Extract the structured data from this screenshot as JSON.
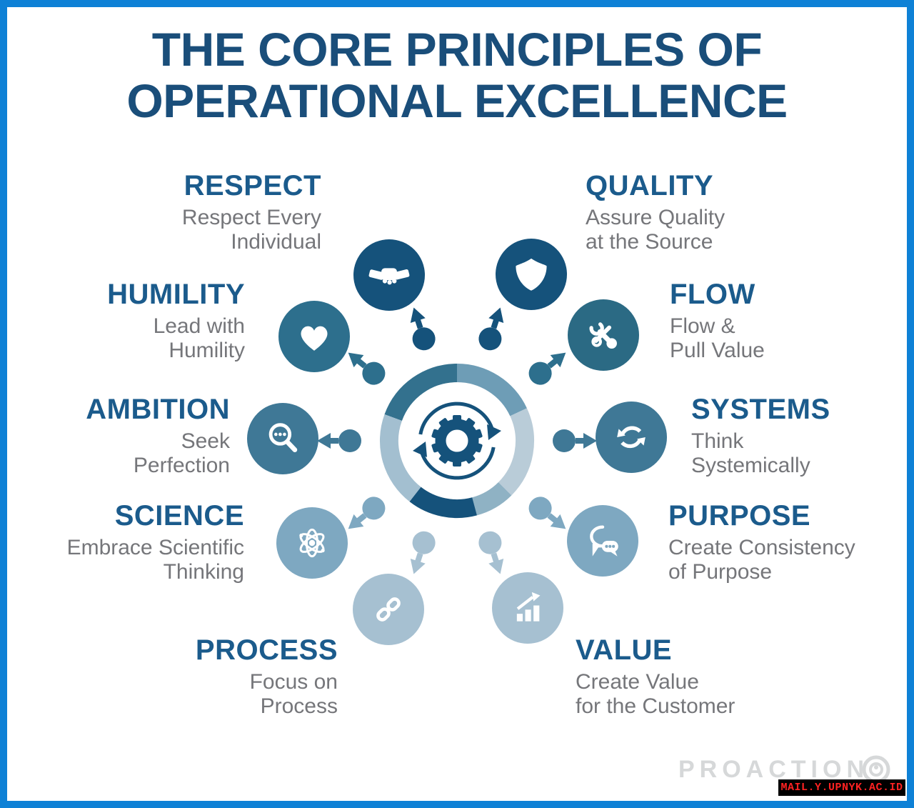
{
  "title": {
    "line1": "THE CORE PRINCIPLES OF",
    "line2": "OPERATIONAL EXCELLENCE"
  },
  "principles": [
    {
      "label": "RESPECT",
      "description": "Respect Every\nIndividual",
      "icon": "handshake-icon",
      "color": "#15527b"
    },
    {
      "label": "QUALITY",
      "description": "Assure Quality\nat the Source",
      "icon": "shield-icon",
      "color": "#15527b"
    },
    {
      "label": "HUMILITY",
      "description": "Lead with\nHumility",
      "icon": "heart-icon",
      "color": "#2d6f8d"
    },
    {
      "label": "FLOW",
      "description": "Flow &\nPull Value",
      "icon": "tools-icon",
      "color": "#2b6a84"
    },
    {
      "label": "AMBITION",
      "description": "Seek\nPerfection",
      "icon": "magnifier-icon",
      "color": "#3f7896"
    },
    {
      "label": "SYSTEMS",
      "description": "Think\nSystemically",
      "icon": "cycle-arrows-icon",
      "color": "#3f7896"
    },
    {
      "label": "SCIENCE",
      "description": "Embrace Scientific\nThinking",
      "icon": "atom-icon",
      "color": "#7ea8c1"
    },
    {
      "label": "PURPOSE",
      "description": "Create Consistency\nof Purpose",
      "icon": "chat-bubbles-icon",
      "color": "#7ea8c1"
    },
    {
      "label": "PROCESS",
      "description": "Focus on\nProcess",
      "icon": "chain-link-icon",
      "color": "#a6c0d1"
    },
    {
      "label": "VALUE",
      "description": "Create Value\nfor the Customer",
      "icon": "bar-chart-icon",
      "color": "#a6c0d1"
    }
  ],
  "center": {
    "icon": "gear-icon"
  },
  "watermark": {
    "brand": "PROACTION",
    "logo_icon": "proaction-logo-icon"
  },
  "stamp": {
    "text": "MAIL.Y.UPNYK.AC.ID"
  },
  "palette": {
    "border_blue": "#0e81d6",
    "navy": "#15527b",
    "teal": "#2d6f8d",
    "steel": "#3f7896",
    "light_blue": "#7ea8c1",
    "pale_blue": "#a6c0d1",
    "title_navy": "#1a4e7a",
    "heading_blue": "#1b5b8c",
    "subtitle_gray": "#75767a",
    "watermark_gray": "#d6d8d9",
    "stamp_red": "#ff2222",
    "stamp_bg": "#000000"
  }
}
